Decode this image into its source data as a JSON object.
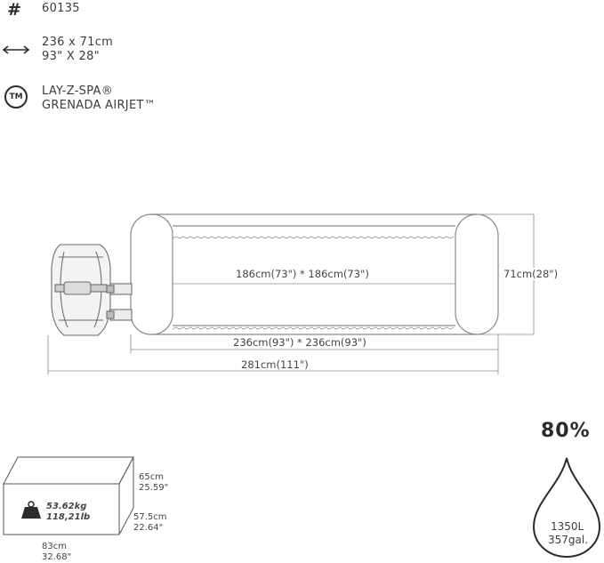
{
  "specs": {
    "model_number": "60135",
    "size_metric": "236 x 71cm",
    "size_imperial": "93\" X 28\"",
    "product_line": "LAY-Z-SPA®",
    "product_name": "GRENADA AIRJET™",
    "icons": {
      "model": "hash-icon",
      "size": "double-arrow-icon",
      "trademark": "tm-badge-icon"
    },
    "tm_badge_text": "TM"
  },
  "dimensions": {
    "inner": "186cm(73\") * 186cm(73\")",
    "outer": "236cm(93\") * 236cm(93\")",
    "total": "281cm(111\")",
    "height": "71cm(28\")"
  },
  "package": {
    "weight_kg": "53.62kg",
    "weight_lb": "118,21lb",
    "height_cm": "65cm",
    "height_in": "25.59\"",
    "depth_cm": "57.5cm",
    "depth_in": "22.64\"",
    "width_cm": "83cm",
    "width_in": "32.68\"",
    "icon": "weight-icon"
  },
  "capacity": {
    "fill_percent": "80%",
    "liters": "1350L",
    "gallons": "357gal.",
    "icon": "water-drop-icon"
  },
  "colors": {
    "line": "#8a8a8a",
    "text": "#3c3c3c",
    "dark": "#2b2b2b"
  }
}
